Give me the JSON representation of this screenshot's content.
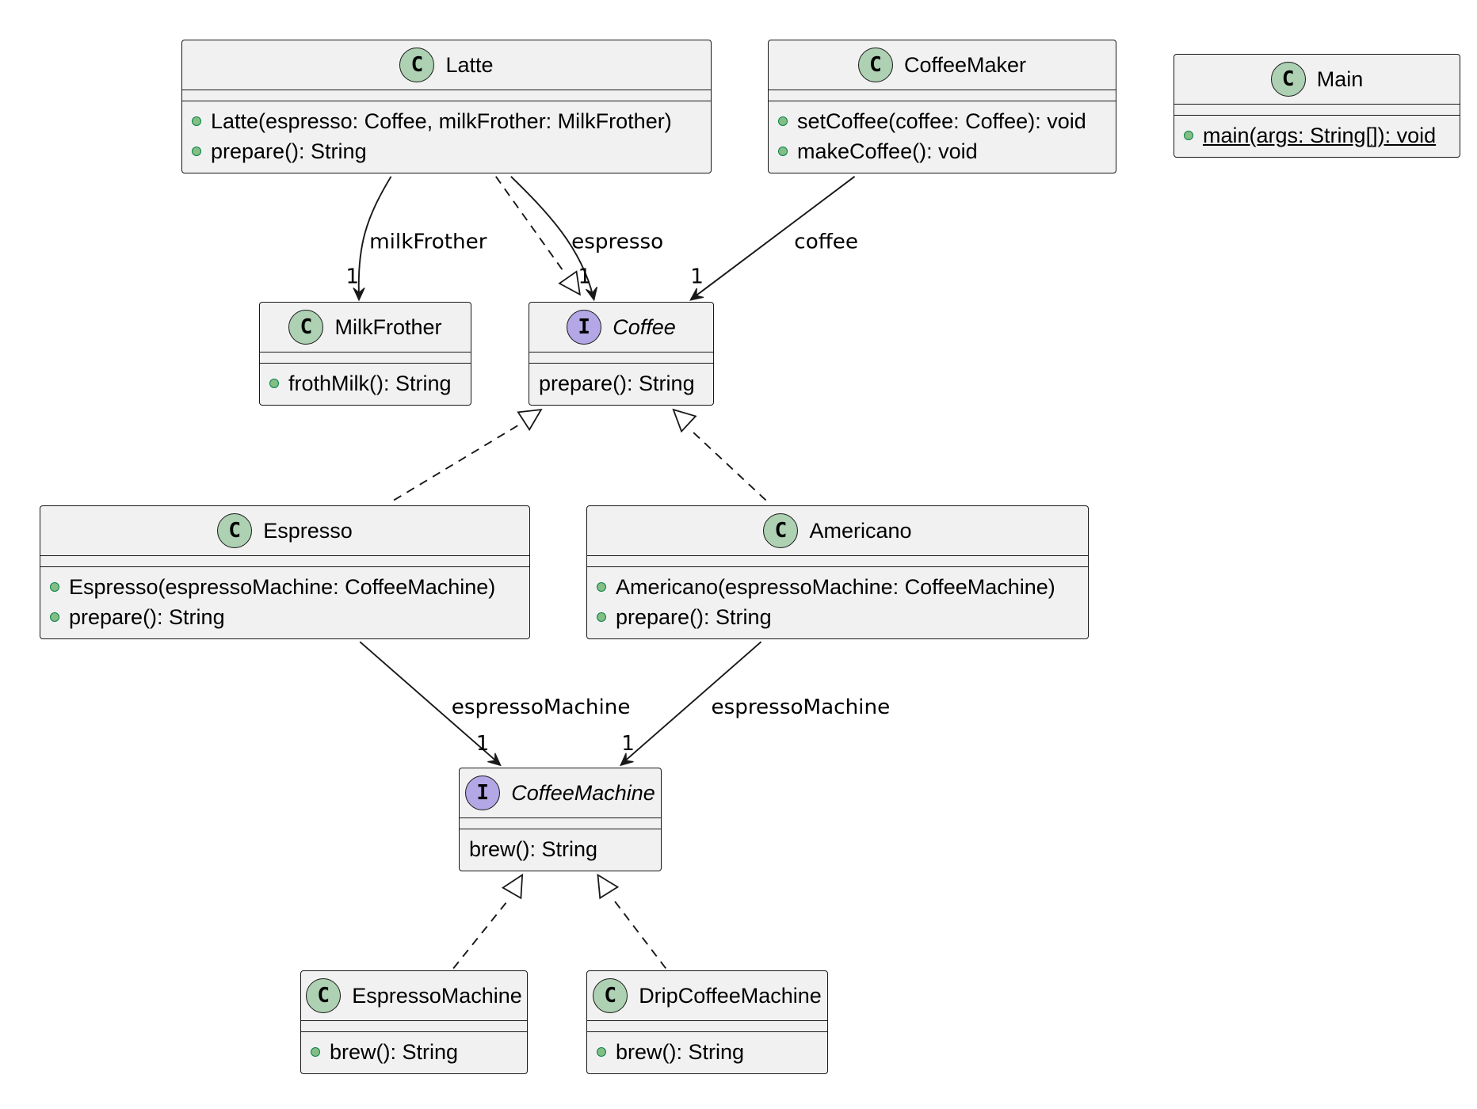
{
  "classes": {
    "latte": {
      "name": "Latte",
      "kind": "class",
      "badge": "C",
      "methods": [
        "Latte(espresso: Coffee, milkFrother: MilkFrother)",
        "prepare(): String"
      ]
    },
    "coffeemaker": {
      "name": "CoffeeMaker",
      "kind": "class",
      "badge": "C",
      "methods": [
        "setCoffee(coffee: Coffee): void",
        "makeCoffee(): void"
      ]
    },
    "main": {
      "name": "Main",
      "kind": "class",
      "badge": "C",
      "methods": [
        "main(args: String[]): void"
      ]
    },
    "milkfrother": {
      "name": "MilkFrother",
      "kind": "class",
      "badge": "C",
      "methods": [
        "frothMilk(): String"
      ]
    },
    "coffee": {
      "name": "Coffee",
      "kind": "interface",
      "badge": "I",
      "methods": [
        "prepare(): String"
      ]
    },
    "espresso": {
      "name": "Espresso",
      "kind": "class",
      "badge": "C",
      "methods": [
        "Espresso(espressoMachine: CoffeeMachine)",
        "prepare(): String"
      ]
    },
    "americano": {
      "name": "Americano",
      "kind": "class",
      "badge": "C",
      "methods": [
        "Americano(espressoMachine: CoffeeMachine)",
        "prepare(): String"
      ]
    },
    "coffeemachine": {
      "name": "CoffeeMachine",
      "kind": "interface",
      "badge": "I",
      "methods": [
        "brew(): String"
      ]
    },
    "espressomachine": {
      "name": "EspressoMachine",
      "kind": "class",
      "badge": "C",
      "methods": [
        "brew(): String"
      ]
    },
    "dripcoffeemachine": {
      "name": "DripCoffeeMachine",
      "kind": "class",
      "badge": "C",
      "methods": [
        "brew(): String"
      ]
    }
  },
  "relations": [
    {
      "from": "Latte",
      "to": "MilkFrother",
      "type": "association",
      "label": "milkFrother",
      "multiplicity": "1"
    },
    {
      "from": "Latte",
      "to": "Coffee",
      "type": "association",
      "label": "espresso",
      "multiplicity": "1"
    },
    {
      "from": "Latte",
      "to": "Coffee",
      "type": "realization"
    },
    {
      "from": "CoffeeMaker",
      "to": "Coffee",
      "type": "association",
      "label": "coffee",
      "multiplicity": "1"
    },
    {
      "from": "Espresso",
      "to": "Coffee",
      "type": "realization"
    },
    {
      "from": "Americano",
      "to": "Coffee",
      "type": "realization"
    },
    {
      "from": "Espresso",
      "to": "CoffeeMachine",
      "type": "association",
      "label": "espressoMachine",
      "multiplicity": "1"
    },
    {
      "from": "Americano",
      "to": "CoffeeMachine",
      "type": "association",
      "label": "espressoMachine",
      "multiplicity": "1"
    },
    {
      "from": "EspressoMachine",
      "to": "CoffeeMachine",
      "type": "realization"
    },
    {
      "from": "DripCoffeeMachine",
      "to": "CoffeeMachine",
      "type": "realization"
    }
  ]
}
